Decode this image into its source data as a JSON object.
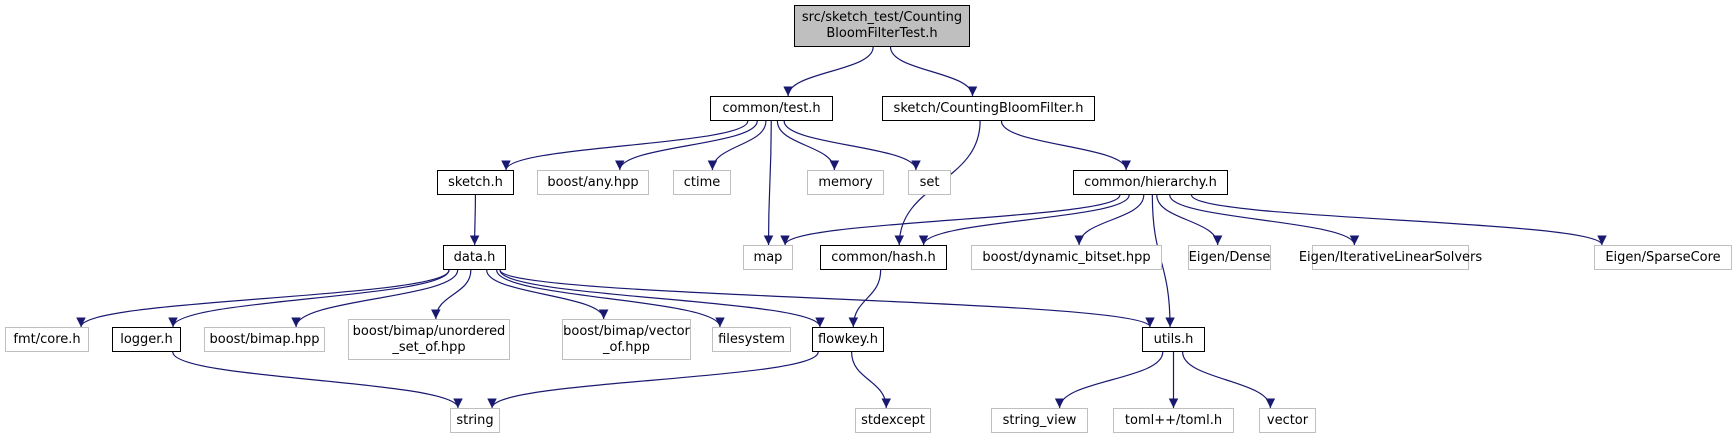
{
  "title": "src/sketch_test/CountingBloomFilterTest.h include dependency graph",
  "colors": {
    "edge": "#191970",
    "root_fill": "#bfbfbf",
    "internal_border": "#000000",
    "external_border": "#bfbfbf"
  },
  "nodes": [
    {
      "id": "root",
      "label": "src/sketch_test/Counting\nBloomFilterTest.h",
      "kind": "root"
    },
    {
      "id": "common_test",
      "label": "common/test.h",
      "kind": "internal"
    },
    {
      "id": "sketch_cbf",
      "label": "sketch/CountingBloomFilter.h",
      "kind": "internal"
    },
    {
      "id": "sketch_h",
      "label": "sketch.h",
      "kind": "internal"
    },
    {
      "id": "boost_any",
      "label": "boost/any.hpp",
      "kind": "external"
    },
    {
      "id": "ctime",
      "label": "ctime",
      "kind": "external"
    },
    {
      "id": "memory",
      "label": "memory",
      "kind": "external"
    },
    {
      "id": "set",
      "label": "set",
      "kind": "external"
    },
    {
      "id": "common_hierarchy",
      "label": "common/hierarchy.h",
      "kind": "internal"
    },
    {
      "id": "data_h",
      "label": "data.h",
      "kind": "internal"
    },
    {
      "id": "map",
      "label": "map",
      "kind": "external"
    },
    {
      "id": "common_hash",
      "label": "common/hash.h",
      "kind": "internal"
    },
    {
      "id": "boost_dyn",
      "label": "boost/dynamic_bitset.hpp",
      "kind": "external"
    },
    {
      "id": "eigen_dense",
      "label": "Eigen/Dense",
      "kind": "external"
    },
    {
      "id": "eigen_iter",
      "label": "Eigen/IterativeLinearSolvers",
      "kind": "external"
    },
    {
      "id": "eigen_sparse",
      "label": "Eigen/SparseCore",
      "kind": "external"
    },
    {
      "id": "fmt_core",
      "label": "fmt/core.h",
      "kind": "external"
    },
    {
      "id": "logger_h",
      "label": "logger.h",
      "kind": "internal"
    },
    {
      "id": "boost_bimap",
      "label": "boost/bimap.hpp",
      "kind": "external"
    },
    {
      "id": "bimap_unordered",
      "label": "boost/bimap/unordered\n_set_of.hpp",
      "kind": "external"
    },
    {
      "id": "bimap_vector",
      "label": "boost/bimap/vector\n_of.hpp",
      "kind": "external"
    },
    {
      "id": "filesystem",
      "label": "filesystem",
      "kind": "external"
    },
    {
      "id": "flowkey_h",
      "label": "flowkey.h",
      "kind": "internal"
    },
    {
      "id": "utils_h",
      "label": "utils.h",
      "kind": "internal"
    },
    {
      "id": "string",
      "label": "string",
      "kind": "external"
    },
    {
      "id": "stdexcept",
      "label": "stdexcept",
      "kind": "external"
    },
    {
      "id": "string_view",
      "label": "string_view",
      "kind": "external"
    },
    {
      "id": "toml",
      "label": "toml++/toml.h",
      "kind": "external"
    },
    {
      "id": "vector",
      "label": "vector",
      "kind": "external"
    }
  ],
  "edges": [
    [
      "root",
      "common_test"
    ],
    [
      "root",
      "sketch_cbf"
    ],
    [
      "common_test",
      "sketch_h"
    ],
    [
      "common_test",
      "boost_any"
    ],
    [
      "common_test",
      "ctime"
    ],
    [
      "common_test",
      "map"
    ],
    [
      "common_test",
      "memory"
    ],
    [
      "common_test",
      "set"
    ],
    [
      "sketch_cbf",
      "common_hash"
    ],
    [
      "sketch_cbf",
      "common_hierarchy"
    ],
    [
      "sketch_h",
      "data_h"
    ],
    [
      "common_hierarchy",
      "map"
    ],
    [
      "common_hierarchy",
      "common_hash"
    ],
    [
      "common_hierarchy",
      "boost_dyn"
    ],
    [
      "common_hierarchy",
      "utils_h"
    ],
    [
      "common_hierarchy",
      "eigen_dense"
    ],
    [
      "common_hierarchy",
      "eigen_iter"
    ],
    [
      "common_hierarchy",
      "eigen_sparse"
    ],
    [
      "common_hash",
      "flowkey_h"
    ],
    [
      "data_h",
      "fmt_core"
    ],
    [
      "data_h",
      "logger_h"
    ],
    [
      "data_h",
      "boost_bimap"
    ],
    [
      "data_h",
      "bimap_unordered"
    ],
    [
      "data_h",
      "bimap_vector"
    ],
    [
      "data_h",
      "filesystem"
    ],
    [
      "data_h",
      "flowkey_h"
    ],
    [
      "data_h",
      "utils_h"
    ],
    [
      "logger_h",
      "string"
    ],
    [
      "flowkey_h",
      "string"
    ],
    [
      "flowkey_h",
      "stdexcept"
    ],
    [
      "utils_h",
      "string_view"
    ],
    [
      "utils_h",
      "toml"
    ],
    [
      "utils_h",
      "vector"
    ]
  ]
}
